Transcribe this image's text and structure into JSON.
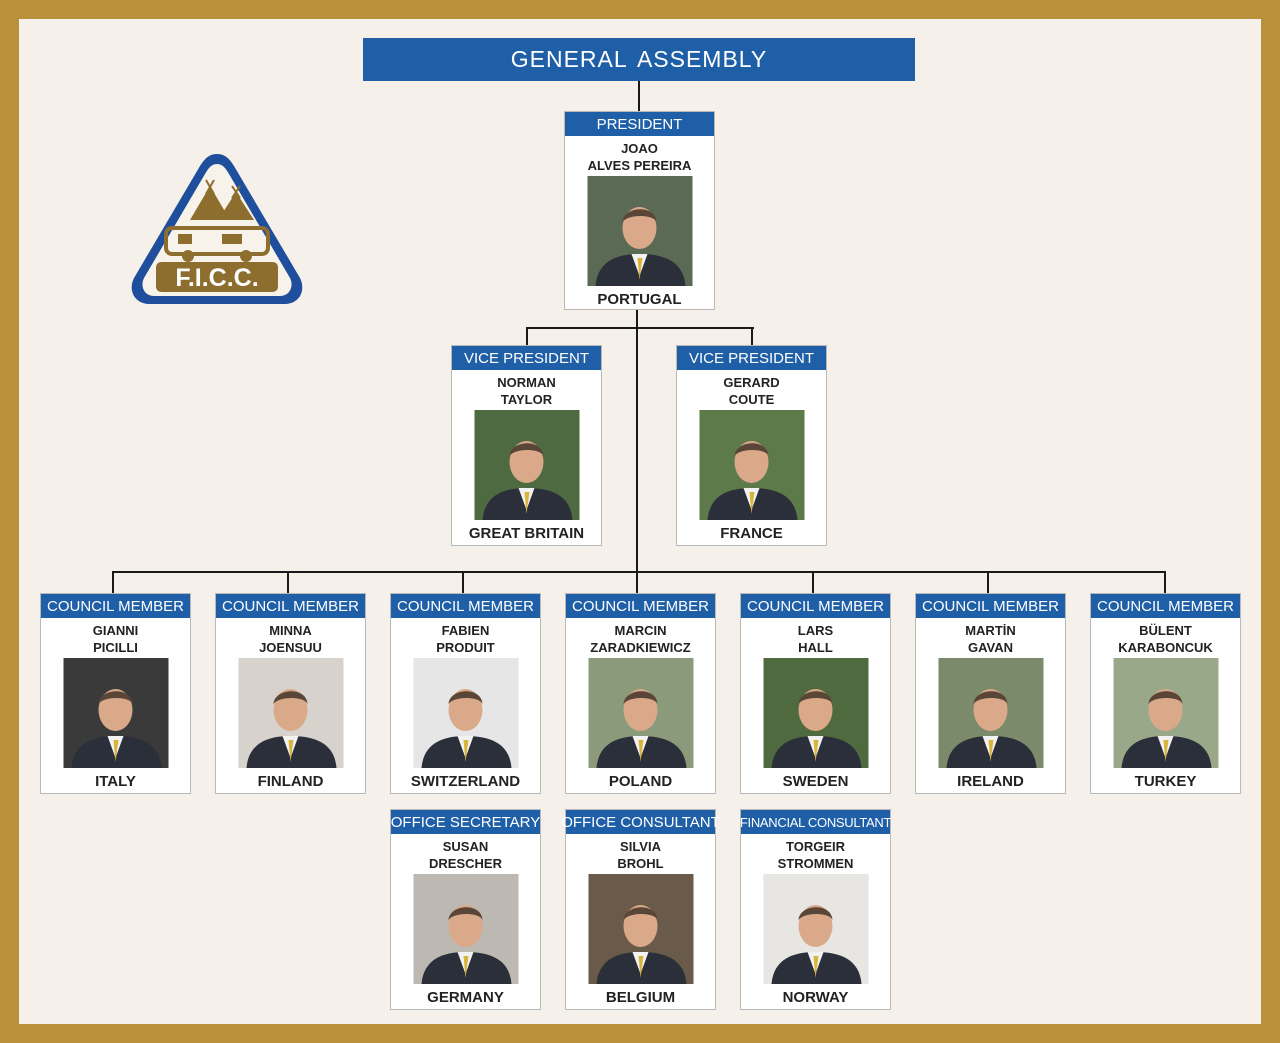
{
  "banner": "GENERAL  ASSEMBLY",
  "logo": {
    "text": "F.I.C.C.",
    "colors": {
      "blue": "#1f4f9c",
      "gold": "#8d6e2f"
    }
  },
  "colors": {
    "header": "#1f5fa8",
    "frame": "#b8913a",
    "background": "#f6f0ea"
  },
  "president": {
    "role": "PRESIDENT",
    "name1": "JOAO",
    "name2": "ALVES PEREIRA",
    "country": "PORTUGAL",
    "photo": "#5a6a55"
  },
  "vice_presidents": [
    {
      "role": "VICE PRESIDENT",
      "name1": "NORMAN",
      "name2": "TAYLOR",
      "country": "GREAT BRITAIN",
      "photo": "#4e6a40"
    },
    {
      "role": "VICE PRESIDENT",
      "name1": "GERARD",
      "name2": "COUTE",
      "country": "FRANCE",
      "photo": "#5d7a4a"
    }
  ],
  "council": [
    {
      "role": "COUNCIL MEMBER",
      "name1": "GIANNI",
      "name2": "PICILLI",
      "country": "ITALY",
      "photo": "#3a3a3a"
    },
    {
      "role": "COUNCIL MEMBER",
      "name1": "MINNA",
      "name2": "JOENSUU",
      "country": "FINLAND",
      "photo": "#d8d2cc"
    },
    {
      "role": "COUNCIL MEMBER",
      "name1": "FABIEN",
      "name2": "PRODUIT",
      "country": "SWITZERLAND",
      "photo": "#e6e6e6"
    },
    {
      "role": "COUNCIL MEMBER",
      "name1": "MARCIN",
      "name2": "ZARADKIEWICZ",
      "country": "POLAND",
      "photo": "#8a9a7a"
    },
    {
      "role": "COUNCIL MEMBER",
      "name1": "LARS",
      "name2": "HALL",
      "country": "SWEDEN",
      "photo": "#4f6a3e"
    },
    {
      "role": "COUNCIL MEMBER",
      "name1": "MARTİN",
      "name2": "GAVAN",
      "country": "IRELAND",
      "photo": "#7a8a6a"
    },
    {
      "role": "COUNCIL MEMBER",
      "name1": "BÜLENT",
      "name2": "KARABONCUK",
      "country": "TURKEY",
      "photo": "#9aa88a"
    }
  ],
  "staff": [
    {
      "role": "OFFICE SECRETARY",
      "name1": "SUSAN",
      "name2": "DRESCHER",
      "country": "GERMANY",
      "photo": "#bdb8b2"
    },
    {
      "role": "OFFICE CONSULTANT",
      "name1": "SILVIA",
      "name2": "BROHL",
      "country": "BELGIUM",
      "photo": "#6a5a4a"
    },
    {
      "role": "FINANCIAL CONSULTANT",
      "name1": "TORGEIR",
      "name2": "STROMMEN",
      "country": "NORWAY",
      "photo": "#e8e6e2"
    }
  ]
}
